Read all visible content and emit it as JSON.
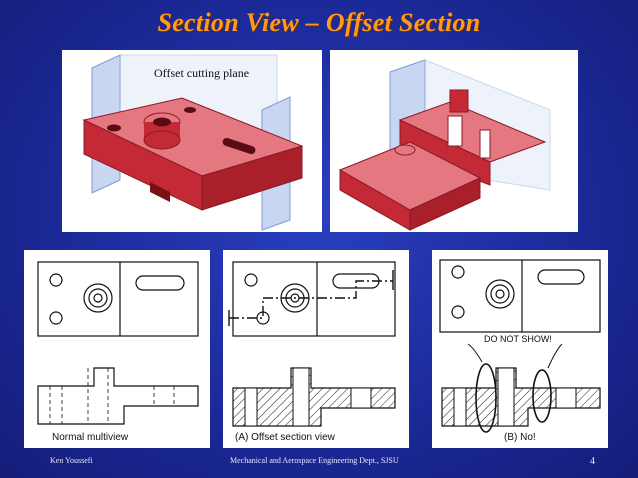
{
  "slide": {
    "title": "Section View – Offset Section",
    "top_left_label": "Offset cutting plane",
    "captions": {
      "normal": "Normal multiview",
      "offset": "(A)  Offset section view",
      "no": "(B)  No!"
    },
    "warning": "DO NOT SHOW!",
    "footer": {
      "author": "Ken Youssefi",
      "department": "Mechanical and Aerospace Engineering Dept., SJSU",
      "page": "4"
    }
  },
  "colors": {
    "background": "#1c2a9a",
    "title": "#ff9a1a",
    "part_red": "#d8323f",
    "plane_blue": "#a9bde6",
    "hatch": "#222222"
  }
}
